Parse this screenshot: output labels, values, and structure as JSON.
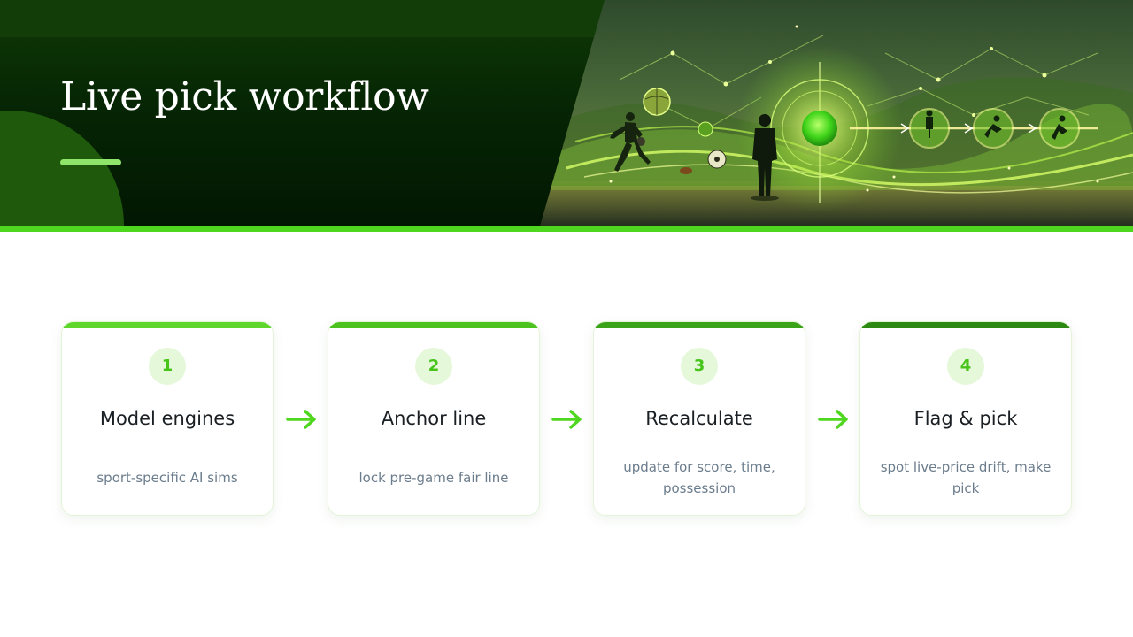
{
  "slide": {
    "title": "Live pick workflow"
  },
  "colors": {
    "accent": "#4fd61e",
    "accent_light": "#8fe56a",
    "header_dark": "#021702",
    "number_text": "#46c41a",
    "number_bg": "#e5f8da",
    "card_title": "#1a1f24",
    "card_desc": "#6b7c8c"
  },
  "header_image": {
    "icon": "sports-ai-network-illustration"
  },
  "steps": [
    {
      "number": "1",
      "title": "Model engines",
      "description": "sport-specific AI sims",
      "bar_color": "#5ed62c"
    },
    {
      "number": "2",
      "title": "Anchor line",
      "description": "lock pre-game fair line",
      "bar_color": "#4cc21f"
    },
    {
      "number": "3",
      "title": "Recalculate",
      "description": "update for score, time, possession",
      "bar_color": "#3aa31a"
    },
    {
      "number": "4",
      "title": "Flag & pick",
      "description": "spot live-price drift, make pick",
      "bar_color": "#2c8a12"
    }
  ],
  "arrows": [
    {
      "icon": "arrow-right-icon"
    },
    {
      "icon": "arrow-right-icon"
    },
    {
      "icon": "arrow-right-icon"
    }
  ]
}
